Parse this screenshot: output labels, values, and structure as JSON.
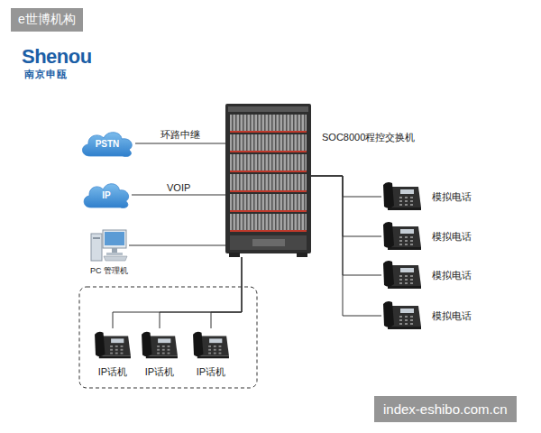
{
  "diagram": {
    "nodes": [
      {
        "text": [
          "PSTN"
        ]
      },
      {
        "text": [
          "IP"
        ]
      },
      {
        "text": [
          "PC 管理机"
        ]
      },
      {
        "text": [
          "SOC8000程控交换机"
        ]
      },
      {
        "text": [
          "模拟电话"
        ]
      },
      {
        "text": [
          "模拟电话"
        ]
      },
      {
        "text": [
          "模拟电话"
        ]
      },
      {
        "text": [
          "模拟电话"
        ]
      },
      {
        "text": [
          "IP话机"
        ]
      },
      {
        "text": [
          "IP话机"
        ]
      },
      {
        "text": [
          "IP话机"
        ]
      }
    ],
    "edges": [
      {
        "from": 0,
        "to": 3,
        "label": "环路中继",
        "arrow": "none"
      },
      {
        "from": 1,
        "to": 3,
        "label": "VOIP",
        "arrow": "none"
      },
      {
        "from": 2,
        "to": 3,
        "arrow": "none"
      },
      {
        "from": 3,
        "to": 4,
        "arrow": "none"
      },
      {
        "from": 3,
        "to": 5,
        "arrow": "none"
      },
      {
        "from": 3,
        "to": 6,
        "arrow": "none"
      },
      {
        "from": 3,
        "to": 7,
        "arrow": "none"
      },
      {
        "from": 3,
        "to": 8,
        "arrow": "none"
      },
      {
        "from": 3,
        "to": 9,
        "arrow": "none"
      },
      {
        "from": 3,
        "to": 10,
        "arrow": "none"
      }
    ],
    "labels": [
      "e世博机构",
      "Shenou",
      "南京申瓯",
      "index-eshibo.com.cn"
    ]
  }
}
